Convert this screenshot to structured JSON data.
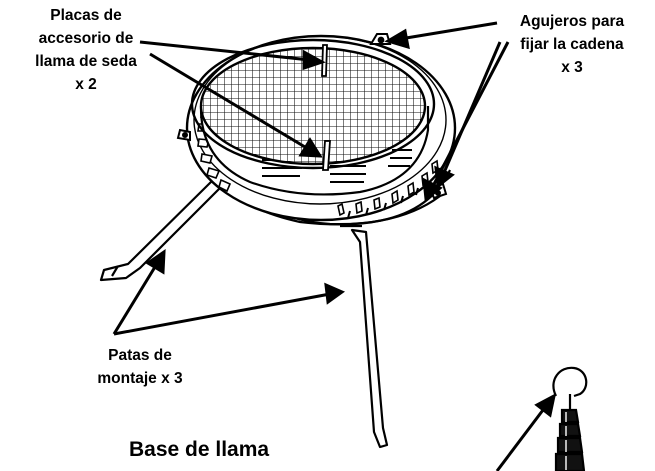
{
  "labels": {
    "placas": [
      "Placas de",
      "accesorio de",
      "llama de seda",
      "x 2"
    ],
    "agujeros": [
      "Agujeros para",
      "fijar la cadena",
      "x 3"
    ],
    "patas": [
      "Patas de",
      "montaje x 3"
    ],
    "title": "Base de llama"
  }
}
